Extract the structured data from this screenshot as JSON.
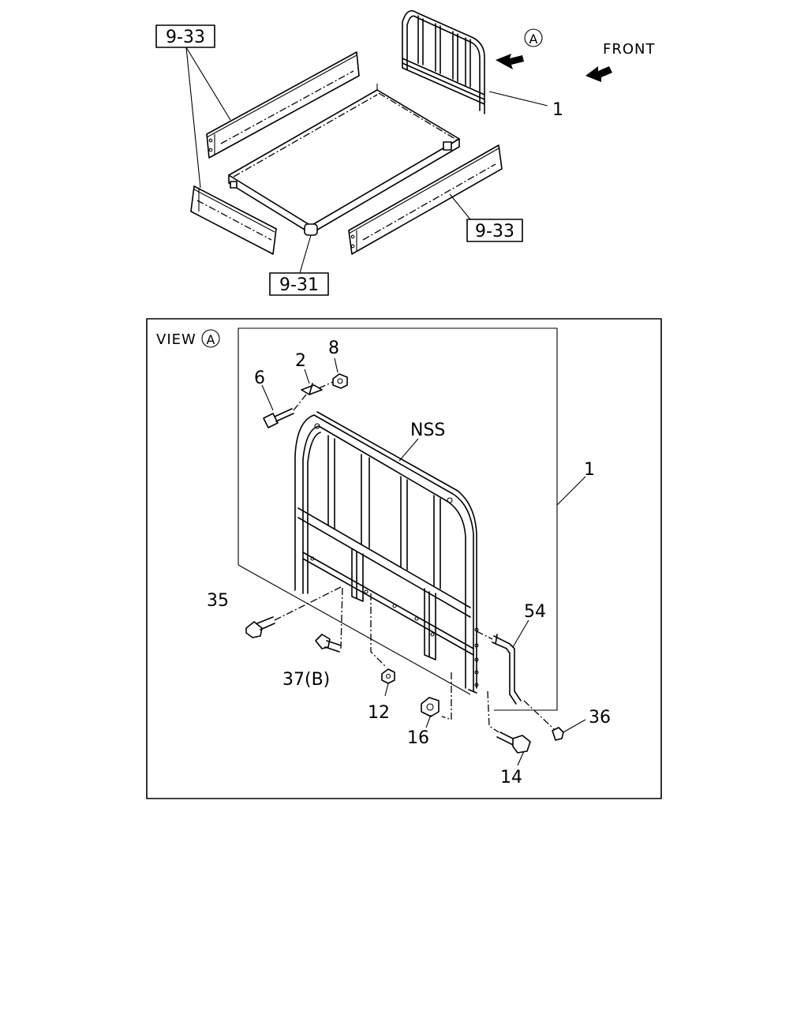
{
  "top_view": {
    "ref_side_rails": "9-33",
    "ref_side_rail_lower": "9-33",
    "ref_floor": "9-31",
    "part_guard_frame": "1",
    "view_marker": "A",
    "front_label": "FRONT"
  },
  "view_a": {
    "title": "VIEW",
    "title_marker": "A",
    "parts": {
      "p1": "1",
      "p2": "2",
      "p6": "6",
      "p8": "8",
      "nss": "NSS",
      "p35": "35",
      "p37": "37(B)",
      "p12": "12",
      "p16": "16",
      "p14": "14",
      "p54": "54",
      "p36": "36"
    }
  }
}
